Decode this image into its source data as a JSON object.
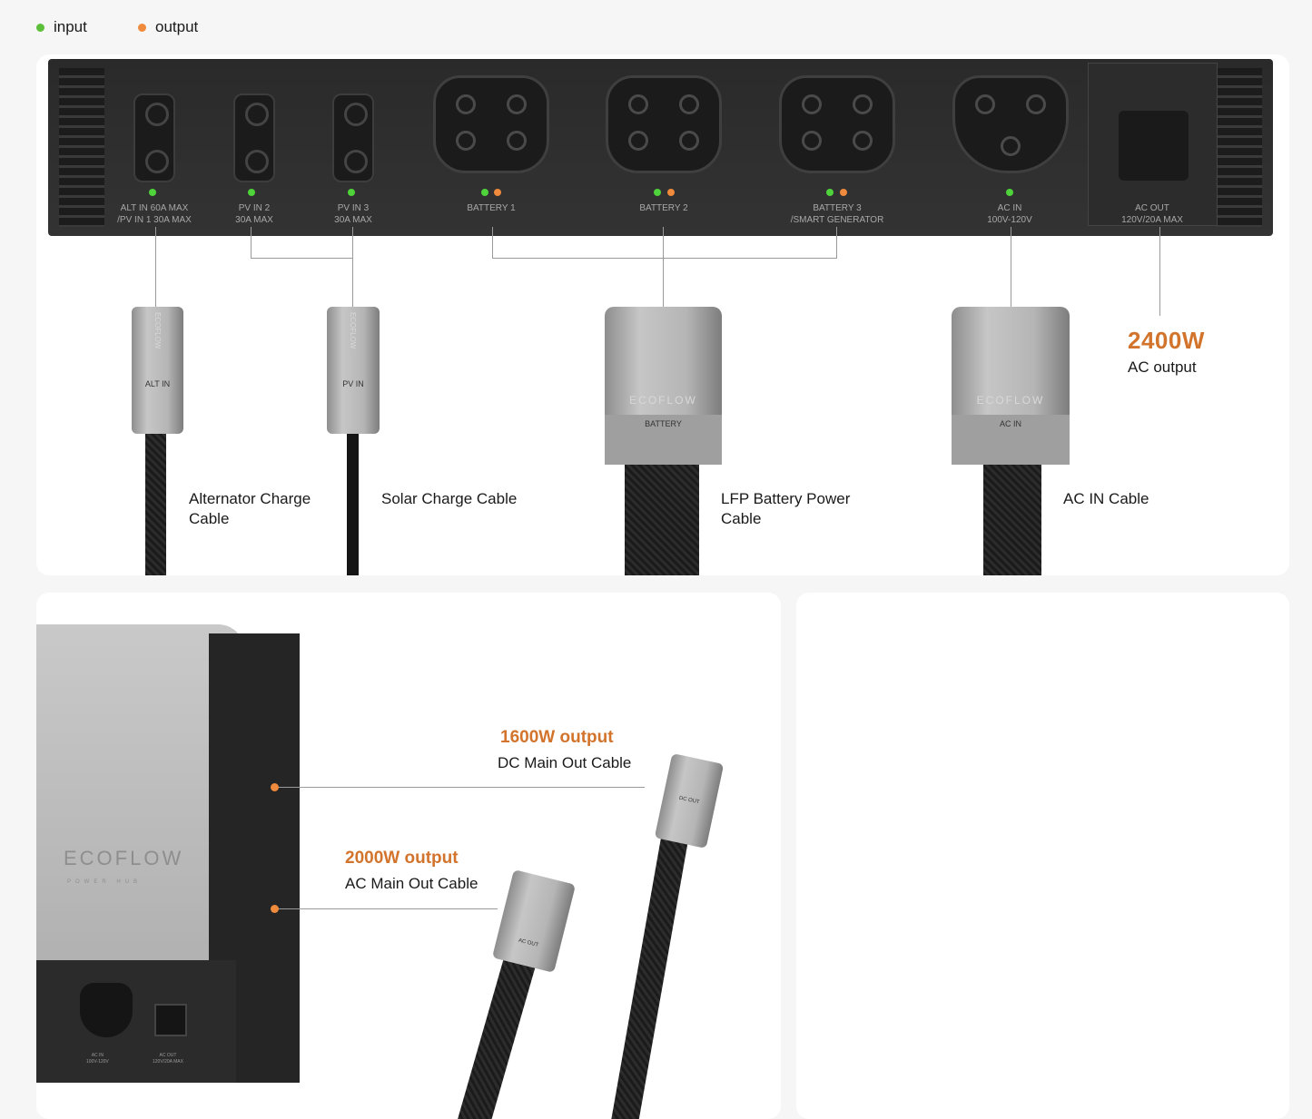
{
  "legend": {
    "input": "input",
    "output": "output",
    "input_color": "#5cbf3a",
    "output_color": "#f08a3c"
  },
  "ports": [
    {
      "label": "ALT IN 60A MAX\n/PV IN 1 30A MAX",
      "leds": [
        "input"
      ]
    },
    {
      "label": "PV IN 2\n30A MAX",
      "leds": [
        "input"
      ]
    },
    {
      "label": "PV IN 3\n30A MAX",
      "leds": [
        "input"
      ]
    },
    {
      "label": "BATTERY 1",
      "leds": [
        "input",
        "output"
      ]
    },
    {
      "label": "BATTERY 2",
      "leds": [
        "input",
        "output"
      ]
    },
    {
      "label": "BATTERY 3\n/SMART GENERATOR",
      "leds": [
        "input",
        "output"
      ]
    },
    {
      "label": "AC IN\n100V-120V",
      "leds": [
        "input"
      ]
    },
    {
      "label": "AC OUT\n120V/20A MAX",
      "leds": []
    }
  ],
  "cables": [
    {
      "plug": "ALT IN",
      "brand": "ECOFLOW",
      "name": "Alternator Charge\nCable"
    },
    {
      "plug": "PV IN",
      "brand": "ECOFLOW",
      "name": "Solar Charge Cable"
    },
    {
      "plug": "BATTERY",
      "brand": "ECOFLOW",
      "name": "LFP Battery Power\nCable"
    },
    {
      "plug": "AC IN",
      "brand": "ECOFLOW",
      "name": "AC IN Cable"
    }
  ],
  "ac_output": {
    "power": "2400W",
    "label": "AC output"
  },
  "dc_main": {
    "power": "1600W output",
    "label": "DC Main Out Cable",
    "plug": "DC OUT"
  },
  "ac_main": {
    "power": "2000W output",
    "label": "AC Main Out Cable",
    "plug": "AC OUT"
  },
  "hub": {
    "brand": "ECOFLOW",
    "sub": "POWER HUB",
    "ac_in": "AC IN\n100V-120V",
    "ac_out": "AC OUT\n120V/20A MAX"
  }
}
